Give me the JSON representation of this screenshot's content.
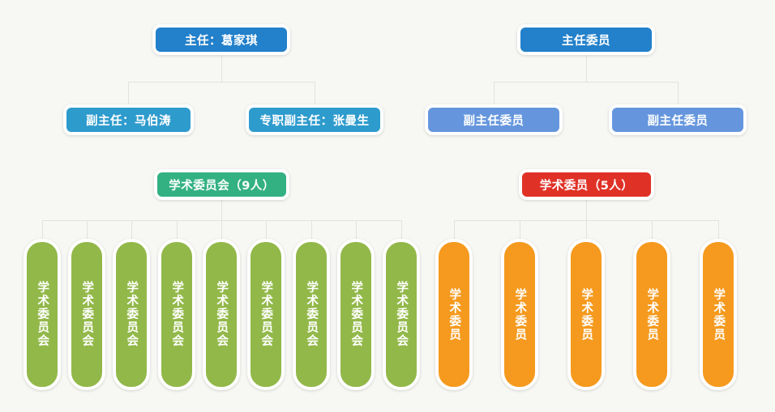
{
  "diagram": {
    "title": "organizational-structure-chart",
    "background_color": "#f7f7f4",
    "connector_color": "#e2e2de",
    "colors": {
      "blue_dark": "#2380ca",
      "blue_mid": "#2e9bcd",
      "blue_light": "#6596dd",
      "green_teal": "#33b183",
      "red": "#e03127",
      "green_olive": "#92b849",
      "orange": "#f59a1e"
    }
  },
  "left_tree": {
    "root": {
      "label": "主任：葛家琪",
      "color": "#2380ca"
    },
    "deputies": [
      {
        "label": "副主任：马伯涛",
        "color": "#2e9bcd"
      },
      {
        "label": "专职副主任：张曼生",
        "color": "#2e9bcd"
      }
    ],
    "committee": {
      "label": "学术委员会（9人）",
      "color": "#33b183",
      "count": 9
    },
    "members": [
      {
        "label": "学术委员会"
      },
      {
        "label": "学术委员会"
      },
      {
        "label": "学术委员会"
      },
      {
        "label": "学术委员会"
      },
      {
        "label": "学术委员会"
      },
      {
        "label": "学术委员会"
      },
      {
        "label": "学术委员会"
      },
      {
        "label": "学术委员会"
      },
      {
        "label": "学术委员会"
      }
    ]
  },
  "right_tree": {
    "root": {
      "label": "主任委员",
      "color": "#2380ca"
    },
    "deputies": [
      {
        "label": "副主任委员",
        "color": "#6596dd"
      },
      {
        "label": "副主任委员",
        "color": "#6596dd"
      }
    ],
    "committee": {
      "label": "学术委员（5人）",
      "color": "#e03127",
      "count": 5
    },
    "members": [
      {
        "label": "学术委员"
      },
      {
        "label": "学术委员"
      },
      {
        "label": "学术委员"
      },
      {
        "label": "学术委员"
      },
      {
        "label": "学术委员"
      }
    ]
  }
}
